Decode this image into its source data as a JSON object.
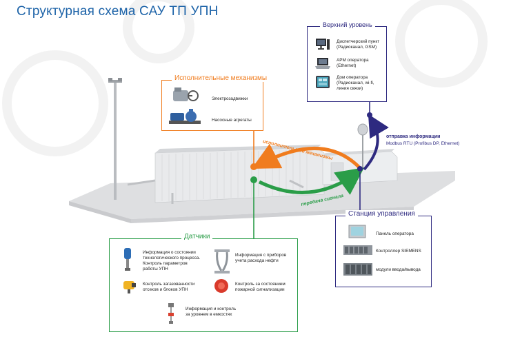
{
  "title": "Структурная схема САУ ТП УПН",
  "top_level": {
    "title": "Верхний уровень",
    "items": [
      {
        "icon": "desktop-computer-icon",
        "lines": [
          "Диспетчерский пункт",
          "(Радиоканал, GSM)"
        ]
      },
      {
        "icon": "laptop-icon",
        "lines": [
          "АРМ оператора",
          "(Ethernet)"
        ]
      },
      {
        "icon": "tablet-icon",
        "lines": [
          "Дом оператора",
          "(Радиоканал, wi-fi,",
          "линия связи)"
        ]
      }
    ]
  },
  "actuators": {
    "title": "Исполнительные механизмы",
    "items": [
      {
        "icon": "electric-valve-drive-icon",
        "lines": [
          "Электрозадвижки"
        ]
      },
      {
        "icon": "pump-unit-icon",
        "lines": [
          "Насосные агрегаты"
        ]
      }
    ]
  },
  "control_station": {
    "title": "Станция управления",
    "items": [
      {
        "icon": "operator-panel-icon",
        "lines": [
          "Панель оператора"
        ]
      },
      {
        "icon": "plc-controller-icon",
        "lines": [
          "Контроллер SIEMENS"
        ]
      },
      {
        "icon": "io-modules-icon",
        "lines": [
          "модули ввода/вывода"
        ]
      }
    ]
  },
  "sensors": {
    "title": "Датчики",
    "items": [
      {
        "icon": "pressure-transmitter-icon",
        "lines": [
          "Информация о состоянии",
          "технологического процесса.",
          "Контроль параметров",
          "работы УПН"
        ]
      },
      {
        "icon": "flow-meter-icon",
        "lines": [
          "Информация с приборов",
          "учета расхода нефти"
        ]
      },
      {
        "icon": "gas-detector-icon",
        "lines": [
          "Контроль загазованности",
          "отсеков и блоков УПН"
        ]
      },
      {
        "icon": "fire-alarm-icon",
        "lines": [
          "Контроль за состоянием",
          "пожарной сигнализации"
        ]
      },
      {
        "icon": "level-sensor-icon",
        "lines": [
          "Информация и контроль",
          "за уровнем в емкостях"
        ]
      }
    ]
  },
  "flow_labels": {
    "actuators_arrow": "исполнительные механизмы",
    "signal_arrow": "передача сигнала",
    "send_info": "отправка информации",
    "protocol": "Modbus RTU (Profibus DP, Ethernet)"
  },
  "colors": {
    "title": "#1d63a8",
    "navy": "#2e2a80",
    "orange": "#f07c1e",
    "green": "#2a9d48"
  }
}
